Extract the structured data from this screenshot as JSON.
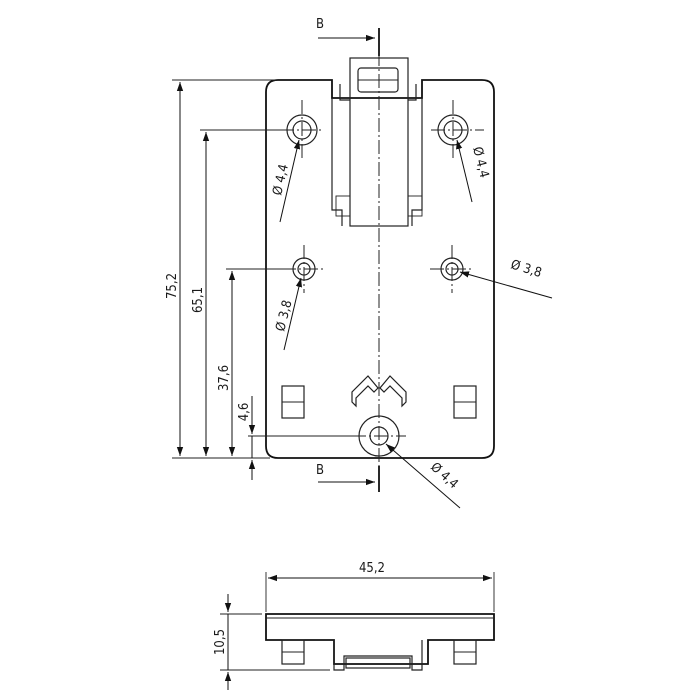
{
  "section_marker": {
    "top": "B",
    "bottom": "B"
  },
  "dimensions": {
    "height_overall": "75,2",
    "height_upper_holes": "65,1",
    "height_middle_holes": "37,6",
    "height_bottom_hole": "4,6",
    "width_overall": "45,2",
    "side_height": "10,5"
  },
  "hole_callouts": {
    "upper_left": "Ø 4,4",
    "upper_right": "Ø 4,4",
    "middle_left": "Ø 3,8",
    "middle_right": "Ø 3,8",
    "bottom_center": "Ø 4,4"
  }
}
